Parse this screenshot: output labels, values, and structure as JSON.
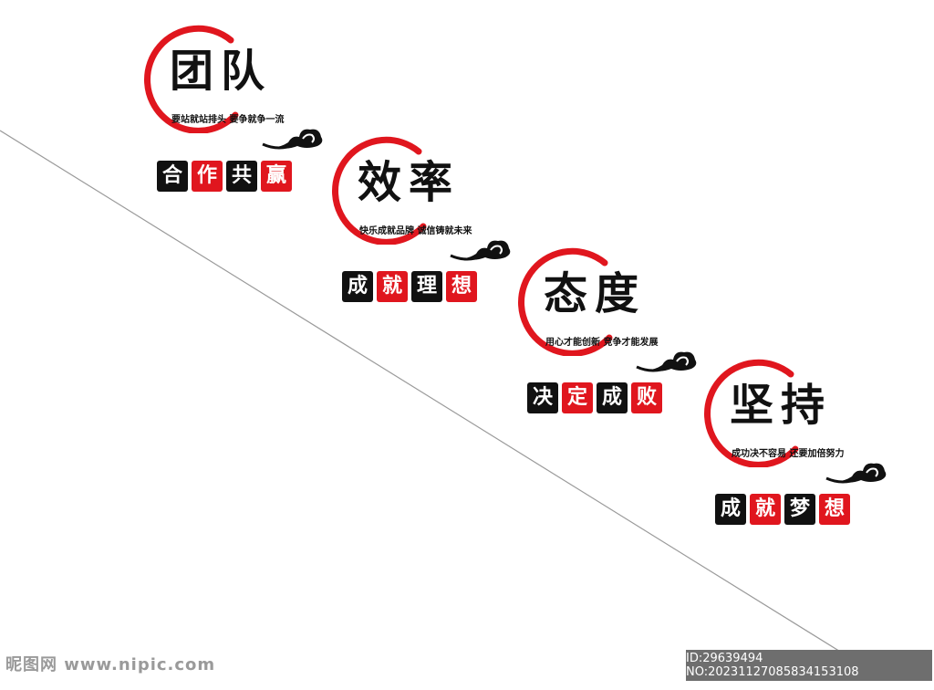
{
  "colors": {
    "red": "#e0161e",
    "black": "#111111",
    "line": "#9a9a9a"
  },
  "panels": [
    {
      "title": "团队",
      "slogan": "要站就站排头 要争就争一流",
      "tags": [
        {
          "text": "合",
          "color": "black"
        },
        {
          "text": "作",
          "color": "red"
        },
        {
          "text": "共",
          "color": "black"
        },
        {
          "text": "赢",
          "color": "red"
        }
      ]
    },
    {
      "title": "效率",
      "slogan": "快乐成就品牌 诚信铸就未来",
      "tags": [
        {
          "text": "成",
          "color": "black"
        },
        {
          "text": "就",
          "color": "red"
        },
        {
          "text": "理",
          "color": "black"
        },
        {
          "text": "想",
          "color": "red"
        }
      ]
    },
    {
      "title": "态度",
      "slogan": "用心才能创新 竞争才能发展",
      "tags": [
        {
          "text": "决",
          "color": "black"
        },
        {
          "text": "定",
          "color": "red"
        },
        {
          "text": "成",
          "color": "black"
        },
        {
          "text": "败",
          "color": "red"
        }
      ]
    },
    {
      "title": "坚持",
      "slogan": "成功决不容易 还要加倍努力",
      "tags": [
        {
          "text": "成",
          "color": "black"
        },
        {
          "text": "就",
          "color": "red"
        },
        {
          "text": "梦",
          "color": "black"
        },
        {
          "text": "想",
          "color": "red"
        }
      ]
    }
  ],
  "footer": {
    "watermark": "昵图网 www.nipic.com",
    "id_text": "ID:29639494 NO:20231127085834153108"
  }
}
